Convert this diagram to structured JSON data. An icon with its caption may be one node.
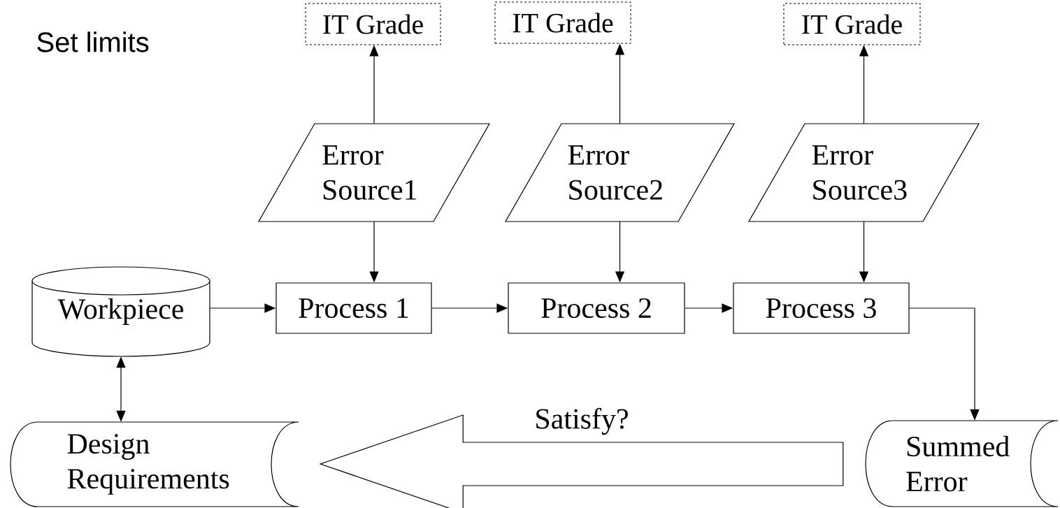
{
  "diagram": {
    "nodes": [
      {
        "text": [
          "IT Grade"
        ]
      },
      {
        "text": [
          "IT Grade"
        ]
      },
      {
        "text": [
          "IT Grade"
        ]
      },
      {
        "text": [
          "Error Source1"
        ]
      },
      {
        "text": [
          "Error Source2"
        ]
      },
      {
        "text": [
          "Error Source3"
        ]
      },
      {
        "text": [
          "Workpiece"
        ]
      },
      {
        "text": [
          "Process 1"
        ]
      },
      {
        "text": [
          "Process 2"
        ]
      },
      {
        "text": [
          "Process 3"
        ]
      },
      {
        "text": [
          "Design Requirements"
        ]
      },
      {
        "text": [
          "Summed Error"
        ]
      }
    ],
    "edges": [
      {
        "from": 3,
        "to": 0,
        "arrow": "to"
      },
      {
        "from": 4,
        "to": 1,
        "arrow": "to"
      },
      {
        "from": 5,
        "to": 2,
        "arrow": "to"
      },
      {
        "from": 3,
        "to": 7,
        "arrow": "to"
      },
      {
        "from": 4,
        "to": 8,
        "arrow": "to"
      },
      {
        "from": 5,
        "to": 9,
        "arrow": "to"
      },
      {
        "from": 6,
        "to": 7,
        "arrow": "to"
      },
      {
        "from": 7,
        "to": 8,
        "arrow": "to"
      },
      {
        "from": 8,
        "to": 9,
        "arrow": "to"
      },
      {
        "from": 9,
        "to": 11,
        "arrow": "to"
      },
      {
        "from": 6,
        "to": 10,
        "arrow": "both"
      },
      {
        "from": 11,
        "to": 10,
        "arrow": "to",
        "label": "Satisfy?",
        "style": "thick"
      }
    ],
    "labels": [
      "Set limits"
    ]
  }
}
